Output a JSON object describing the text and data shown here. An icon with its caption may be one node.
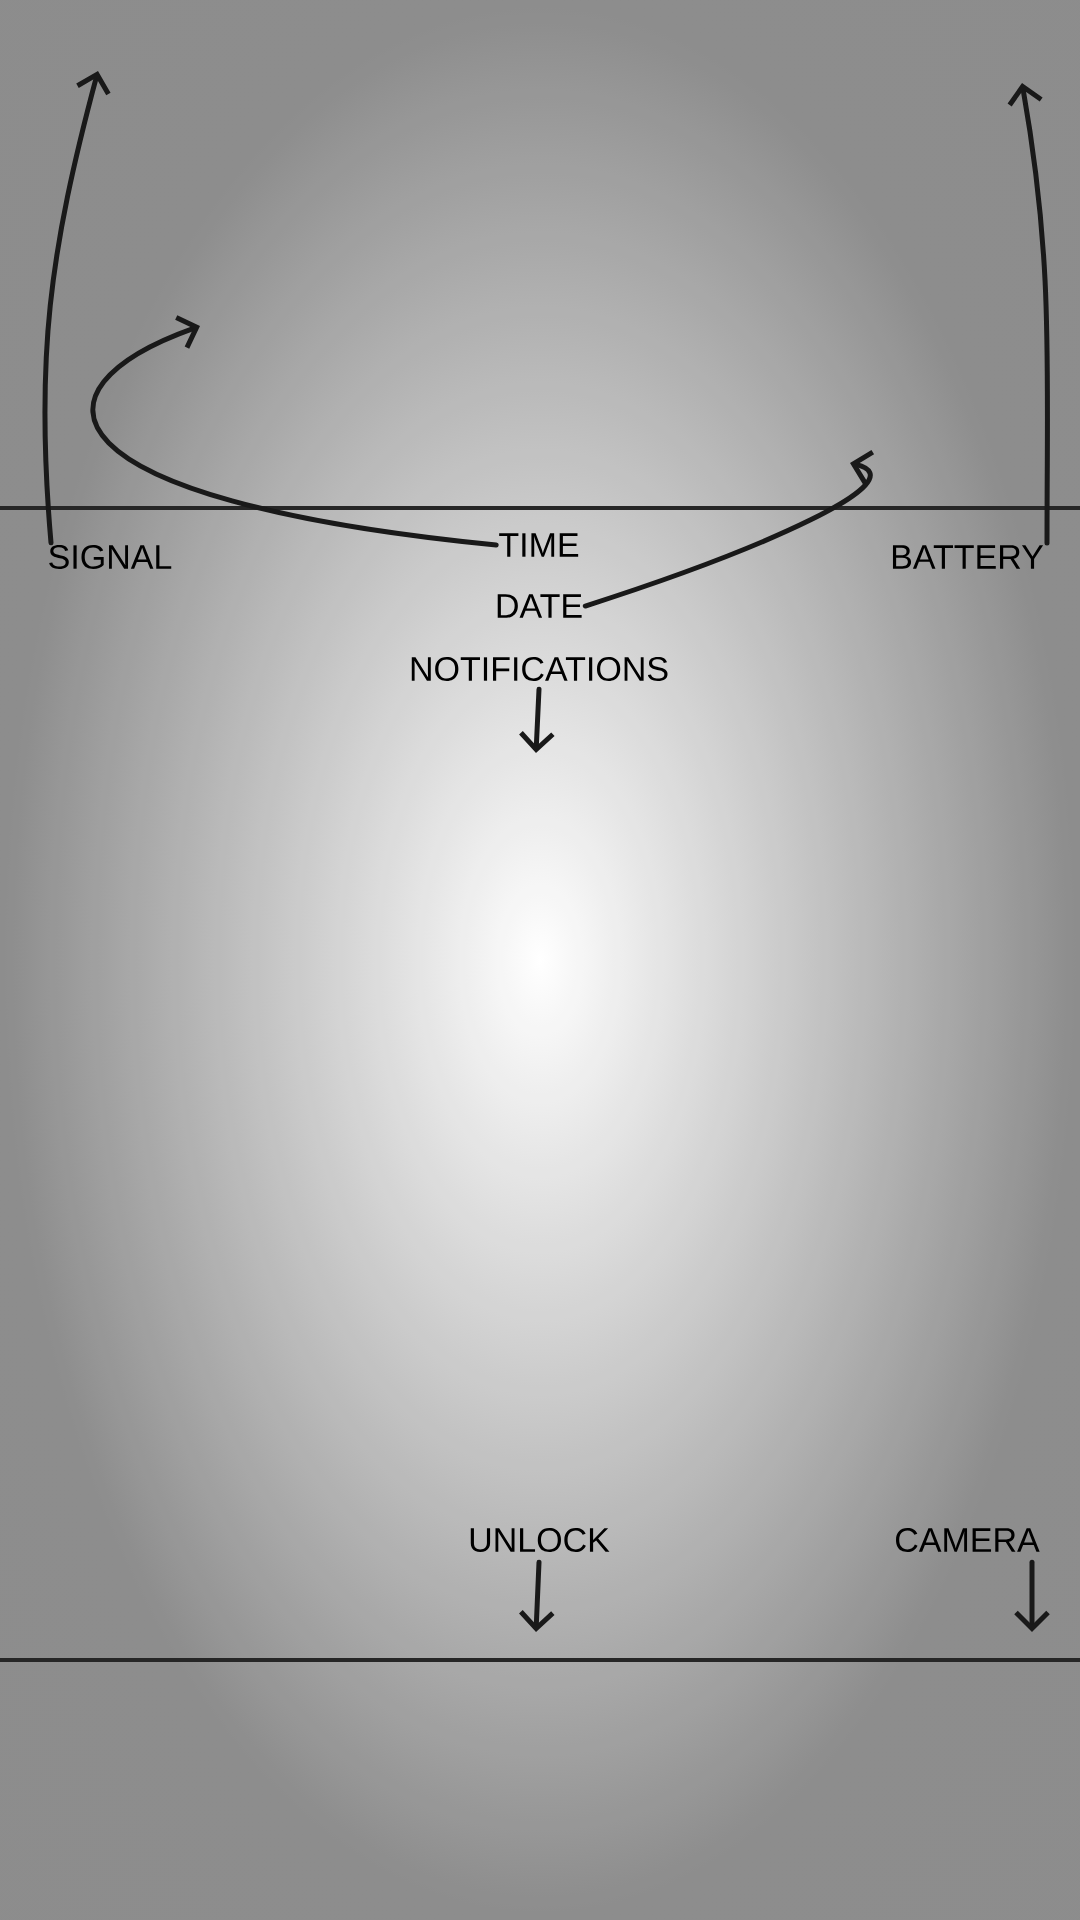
{
  "diagram": {
    "nodes": [
      {
        "text": [
          "SIGNAL"
        ]
      },
      {
        "text": [
          "TIME"
        ]
      },
      {
        "text": [
          "DATE"
        ]
      },
      {
        "text": [
          "NOTIFICATIONS"
        ]
      },
      {
        "text": [
          "BATTERY"
        ]
      },
      {
        "text": [
          "UNLOCK"
        ]
      },
      {
        "text": [
          "CAMERA"
        ]
      }
    ],
    "edges": [
      {
        "from": 0,
        "to": null,
        "arrow": "to"
      },
      {
        "from": 1,
        "to": null,
        "arrow": "to"
      },
      {
        "from": 2,
        "to": null,
        "arrow": "to"
      },
      {
        "from": 4,
        "to": null,
        "arrow": "to"
      },
      {
        "from": 3,
        "to": null,
        "arrow": "to"
      },
      {
        "from": 5,
        "to": null,
        "arrow": "to"
      },
      {
        "from": 6,
        "to": null,
        "arrow": "to"
      }
    ]
  }
}
